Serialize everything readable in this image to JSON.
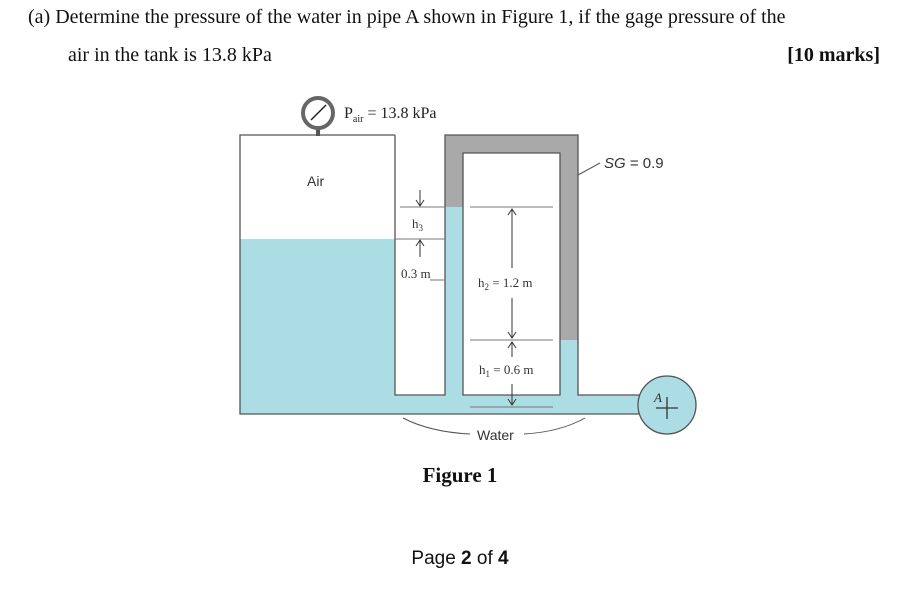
{
  "question": {
    "line1": "(a) Determine the pressure of the water in pipe A shown in Figure 1, if the gage pressure of the",
    "line2": "air in the tank is 13.8 kPa",
    "marks": "[10 marks]"
  },
  "figure": {
    "pressure_label_main": "P",
    "pressure_label_sub": "air",
    "pressure_label_value": " = 13.8 kPa",
    "air_label": "Air",
    "sg_label": "SG = 0.9",
    "h3_main": "h",
    "h3_sub": "3",
    "dist_label": "0.3 m",
    "h2_main": "h",
    "h2_sub": "2",
    "h2_value": " = 1.2 m",
    "h1_main": "h",
    "h1_sub": "1",
    "h1_value": " = 0.6 m",
    "water_label": "Water",
    "point_label": "A",
    "colors": {
      "water": "#acdde4",
      "gage_fluid": "#a9a9a9",
      "outline": "#555555"
    },
    "caption": "Figure 1"
  },
  "footer": {
    "prefix": "Page ",
    "current": "2",
    "middle": " of ",
    "total": "4"
  }
}
